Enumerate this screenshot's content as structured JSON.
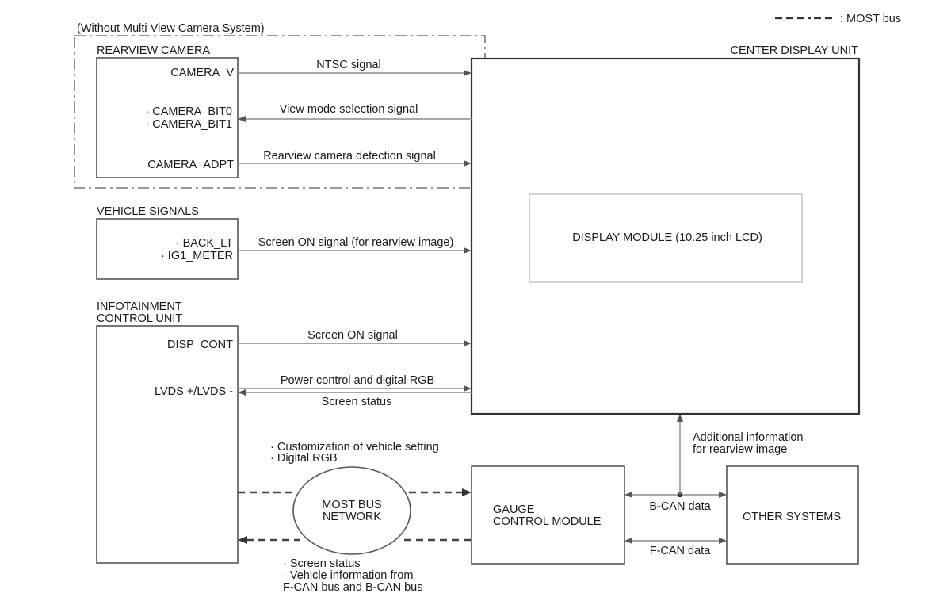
{
  "legend": {
    "label": ": MOST bus"
  },
  "group": {
    "label": "(Without Multi View Camera System)"
  },
  "rearview_camera": {
    "title": "REARVIEW CAMERA",
    "pins": {
      "camera_v": "CAMERA_V",
      "camera_bit0": "· CAMERA_BIT0",
      "camera_bit1": "· CAMERA_BIT1",
      "camera_adpt": "CAMERA_ADPT"
    }
  },
  "vehicle_signals": {
    "title": "VEHICLE SIGNALS",
    "pins": {
      "back_lt": "· BACK_LT",
      "ig1_meter": "· IG1_METER"
    }
  },
  "infotainment": {
    "title_line1": "INFOTAINMENT",
    "title_line2": "CONTROL UNIT",
    "pins": {
      "disp_cont": "DISP_CONT",
      "lvds": "LVDS +/LVDS -"
    }
  },
  "center_display": {
    "title": "CENTER DISPLAY UNIT",
    "display_module": "DISPLAY MODULE (10.25 inch LCD)"
  },
  "most_network": {
    "line1": "MOST BUS",
    "line2": "NETWORK"
  },
  "gauge": {
    "line1": "GAUGE",
    "line2": "CONTROL MODULE"
  },
  "other_systems": {
    "label": "OTHER SYSTEMS"
  },
  "signals": {
    "ntsc": "NTSC signal",
    "view_mode": "View mode selection signal",
    "camera_detect": "Rearview camera detection signal",
    "screen_on_rear": "Screen ON signal (for rearview image)",
    "screen_on": "Screen ON signal",
    "power_rgb": "Power control and digital RGB",
    "screen_status": "Screen status",
    "additional_line1": "Additional information",
    "additional_line2": "for rearview image",
    "bcan": "B-CAN data",
    "fcan": "F-CAN data",
    "most_out_line1": "· Customization of vehicle setting",
    "most_out_line2": "· Digital RGB",
    "most_in_line1": "· Screen status",
    "most_in_line2": "· Vehicle information from",
    "most_in_line3": "F-CAN bus and B-CAN bus"
  }
}
